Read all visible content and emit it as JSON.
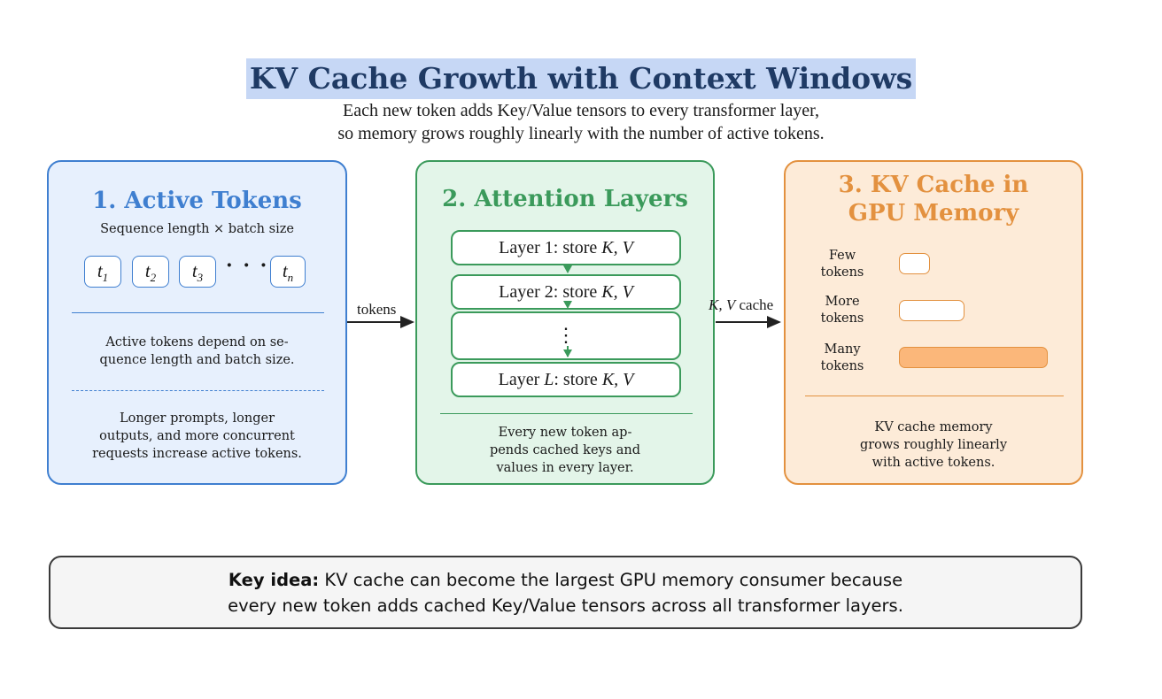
{
  "title": "KV Cache Growth with Context Windows",
  "subtitle": {
    "line1": "Each new token adds Key/Value tensors to every transformer layer,",
    "line2": "so memory grows roughly linearly with the number of active tokens."
  },
  "panels": {
    "tokens": {
      "title": "1. Active Tokens",
      "caption": "Sequence length × batch size",
      "tokens": [
        {
          "base": "t",
          "sub": "1"
        },
        {
          "base": "t",
          "sub": "2"
        },
        {
          "base": "t",
          "sub": "3"
        },
        {
          "base": "t",
          "sub": "n"
        }
      ],
      "dots": "· · ·",
      "note1": [
        "Active tokens depend on se-",
        "quence length and batch size."
      ],
      "note2": [
        "Longer prompts, longer",
        "outputs, and more concurrent",
        "requests increase active tokens."
      ]
    },
    "layers": {
      "title": "2. Attention Layers",
      "layers": [
        {
          "prefix": "Layer 1: store ",
          "kv": "K, V"
        },
        {
          "prefix": "Layer 2: store ",
          "kv": "K, V"
        },
        {
          "prefix": "Layer ",
          "var": "L",
          "mid": ": store ",
          "kv": "K, V"
        }
      ],
      "vdots": "⋮",
      "note": [
        "Every new token ap-",
        "pends cached keys and",
        "values in every layer."
      ]
    },
    "memory": {
      "title": [
        "3. KV Cache in",
        "GPU Memory"
      ],
      "bars": [
        {
          "label": [
            "Few",
            "tokens"
          ],
          "level": 0.21
        },
        {
          "label": [
            "More",
            "tokens"
          ],
          "level": 0.44
        },
        {
          "label": [
            "Many",
            "tokens"
          ],
          "level": 1.0
        }
      ],
      "note": [
        "KV cache memory",
        "grows roughly linearly",
        "with active tokens."
      ]
    }
  },
  "connectors": {
    "tokens_label": "tokens",
    "kv_label_var": "K, V",
    "kv_label_text": " cache"
  },
  "key_idea": {
    "bold": "Key idea:",
    "line1": " KV cache can become the largest GPU memory consumer because",
    "line2": "every new token adds cached Key/Value tensors across all transformer layers."
  },
  "colors": {
    "blue": "#3f7fd0",
    "green": "#3b9a5b",
    "orange": "#e3913f",
    "orange_fill": "#fbb77a"
  }
}
